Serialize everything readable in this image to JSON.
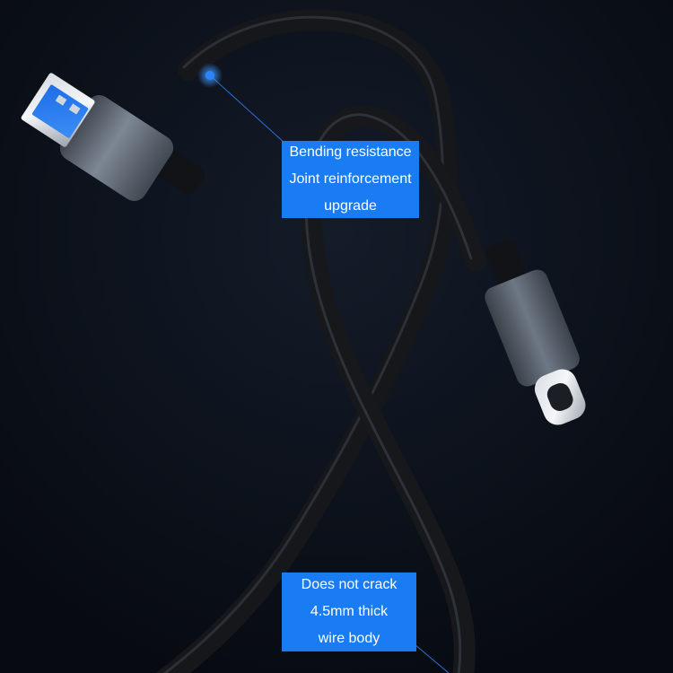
{
  "callouts": {
    "top": {
      "lines": [
        "Bending resistance",
        "Joint reinforcement",
        "upgrade"
      ]
    },
    "bottom": {
      "lines": [
        "Does not crack",
        "4.5mm thick",
        "wire body"
      ]
    }
  },
  "colors": {
    "background": "#0b1019",
    "callout_fill": "#1a7cf2",
    "callout_text": "#ffffff",
    "cable": "#15171b",
    "connector_shell": "#5b6470",
    "usb_a_insert": "#2f7df0"
  },
  "objects": {
    "cable": "black usb cable",
    "plug_a": "usb-a connector",
    "plug_c": "usb-c connector"
  }
}
